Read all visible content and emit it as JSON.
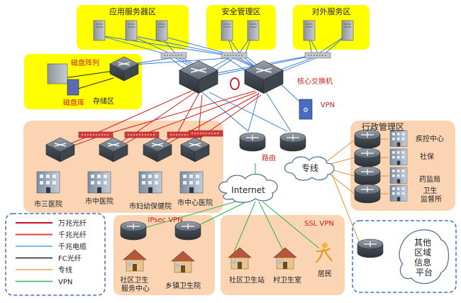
{
  "zones": {
    "app_servers": "应用服务器区",
    "security": "安全管理区",
    "external": "对外服务区",
    "storage": "存储区",
    "admin": "行政管理区"
  },
  "devices": {
    "disk_array": "磁盘阵列",
    "disk_library": "磁盘库",
    "core_switch": "核心交换机",
    "vpn": "VPN",
    "router": "路由"
  },
  "hospitals": [
    "市三医院",
    "市中医院",
    "市妇幼保健院",
    "市中心医院"
  ],
  "admin_units": [
    "疾控中心",
    "社保",
    "药监局",
    "卫生\n监督所"
  ],
  "networks": {
    "internet": "Internet",
    "leased_line": "专线"
  },
  "remote": {
    "ipsec_title": "IPsec VPN",
    "ssl_title": "SSL VPN",
    "ipsec_sites": [
      "社区卫生\n服务中心",
      "乡镇卫生院"
    ],
    "ssl_sites": [
      "社区卫生站",
      "村卫生室",
      "居民"
    ],
    "other_platform": "其他\n区域\n信息\n平台"
  },
  "legend": [
    {
      "label": "万兆光纤",
      "color": "#c8102e"
    },
    {
      "label": "千兆光纤",
      "color": "#e0403a"
    },
    {
      "label": "千兆电缆",
      "color": "#4aa8e0"
    },
    {
      "label": "FC光纤",
      "color": "#222222"
    },
    {
      "label": "专线",
      "color": "#f0a050"
    },
    {
      "label": "VPN",
      "color": "#39b54a"
    }
  ],
  "colors": {
    "yellow_zone": "#ffff00",
    "orange_zone": "#fbd4b4",
    "blue_dash": "#4472c4",
    "red_link": "#d0201c",
    "blue_link": "#2e75d6",
    "orange_link": "#e8903a",
    "green_link": "#2fb34a"
  }
}
